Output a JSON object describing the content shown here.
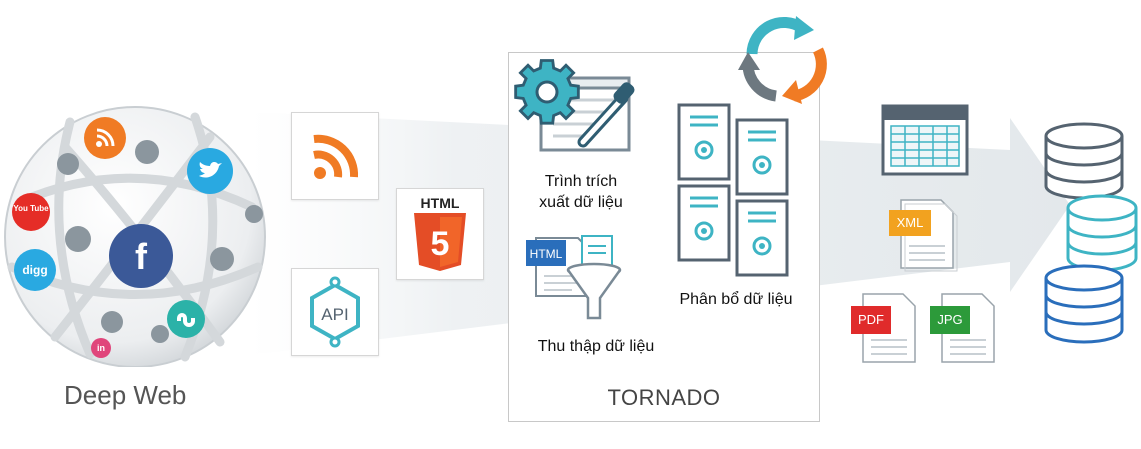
{
  "source": {
    "label": "Deep Web",
    "social_icons": [
      "rss-icon",
      "twitter-icon",
      "youtube-icon",
      "facebook-icon",
      "digg-icon",
      "stumbleupon-icon",
      "linkedin-icon"
    ],
    "youtube_text": "You Tube",
    "digg_text": "digg",
    "facebook_text": "f",
    "linkedin_text": "in"
  },
  "inputs": {
    "rss_icon": "rss-icon",
    "api_text": "API",
    "html_text": "HTML",
    "html_shield_text": "5"
  },
  "tornado": {
    "title": "TORNADO",
    "extractor_label_line1": "Trình trích",
    "extractor_label_line2": "xuất dữ liệu",
    "collect_label": "Thu thập dữ liệu",
    "distribute_label": "Phân bổ dữ liệu",
    "html_doc_text": "HTML"
  },
  "outputs": {
    "xml_text": "XML",
    "pdf_text": "PDF",
    "jpg_text": "JPG"
  },
  "colors": {
    "orange": "#f07b24",
    "teal": "#3eb4c4",
    "blue": "#2a6ebb",
    "fb_blue": "#3b5998",
    "twitter": "#29a9e1",
    "youtube": "#e52d27",
    "red": "#e02b2b",
    "green": "#2c9a3a",
    "xml_orange": "#f2a21f",
    "html_orange": "#e44d26",
    "gray": "#7a8a96",
    "dark": "#556370"
  }
}
